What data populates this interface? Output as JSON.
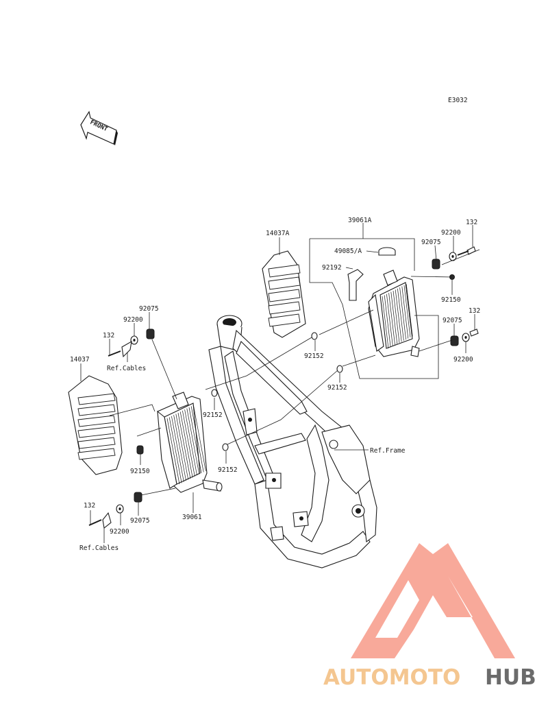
{
  "diagram_code": "E3032",
  "front_arrow_label": "FRONT",
  "labels": {
    "p39061A": "39061A",
    "p14037A": "14037A",
    "p49085A": "49085/A",
    "p92192": "92192",
    "p92075_tr": "92075",
    "p92200_tr": "92200",
    "p132_tr": "132",
    "p92150_r": "92150",
    "p92075_r2": "92075",
    "p132_r2": "132",
    "p92200_r2": "92200",
    "p92152_a": "92152",
    "p92152_b": "92152",
    "p92075_l": "92075",
    "p92200_l": "92200",
    "p132_l": "132",
    "ref_cables_top": "Ref.Cables",
    "p14037": "14037",
    "p92152_c": "92152",
    "p92150_l": "92150",
    "p92152_d": "92152",
    "ref_frame": "Ref.Frame",
    "p39061": "39061",
    "p132_bl": "132",
    "p92075_bl": "92075",
    "p92200_bl": "92200",
    "ref_cables_bottom": "Ref.Cables"
  },
  "watermark": {
    "part1": "AUTOMOTO",
    "part2": "HUB",
    "color_light": "#f7a08f",
    "color_gold": "#f4c690",
    "color_dark": "#6b6b6b"
  }
}
